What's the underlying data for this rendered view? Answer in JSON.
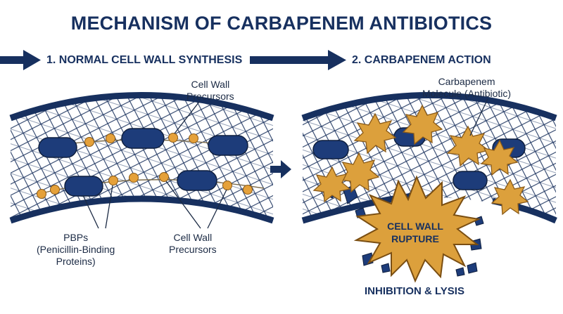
{
  "title": "MECHANISM OF CARBAPENEM ANTIBIOTICS",
  "sections": [
    {
      "title": "1. NORMAL CELL WALL SYNTHESIS"
    },
    {
      "title": "2. CARBAPENEM ACTION"
    }
  ],
  "labels": {
    "precursors_top": "Cell Wall\nPrecursors",
    "pbps": "PBPs\n(Penicillin-Binding\nProteins)",
    "precursors_bottom": "Cell Wall\nPrecursors",
    "carbapenem": "Carbapenem\nMolecule (Antibiotic)",
    "rupture": "CELL WALL\nRUPTURE",
    "result": "INHIBITION & LYSIS"
  },
  "colors": {
    "navy": "#17305f",
    "orange": "#e5a13a",
    "star": "#dca03c"
  }
}
